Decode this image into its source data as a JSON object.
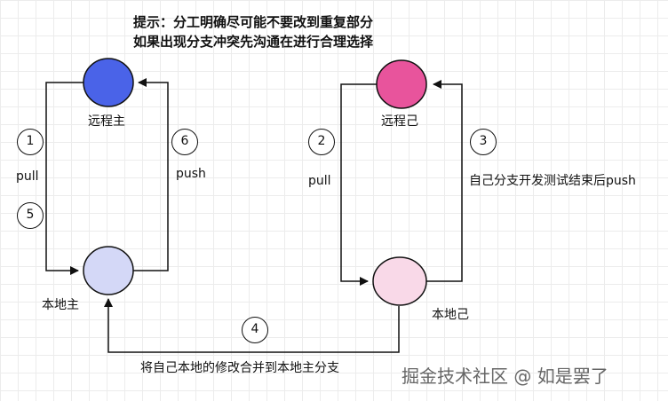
{
  "tips": {
    "line1": "提示：分工明确尽可能不要改到重复部分",
    "line2": "如果出现分支冲突先沟通在进行合理选择"
  },
  "nodes": {
    "remote_main": {
      "label": "远程主",
      "color": "#4A63E8"
    },
    "local_main": {
      "label": "本地主",
      "color": "#D4D8F7"
    },
    "remote_self": {
      "label": "远程己",
      "color": "#E8549C"
    },
    "local_self": {
      "label": "本地己",
      "color": "#F9D9E8"
    }
  },
  "steps": {
    "s1": "1",
    "s2": "2",
    "s3": "3",
    "s4": "4",
    "s5": "5",
    "s6": "6"
  },
  "edge_labels": {
    "pull_left": "pull",
    "push_left": "push",
    "pull_right": "pull",
    "push_right": "自己分支开发测试结束后push",
    "merge": "将自己本地的修改合并到本地主分支"
  },
  "watermark": "掘金技术社区 @ 如是罢了"
}
